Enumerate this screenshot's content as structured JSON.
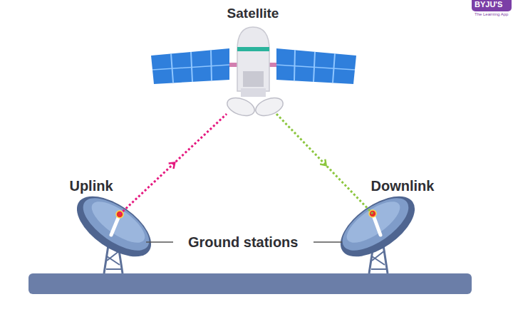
{
  "diagram": {
    "nodes": [
      {
        "text": [
          "Satellite"
        ]
      },
      {
        "text": [
          "Uplink"
        ]
      },
      {
        "text": [
          "Downlink"
        ]
      }
    ],
    "edges": [
      {
        "from": 1,
        "to": 0,
        "arrow": "to"
      },
      {
        "from": 0,
        "to": 2,
        "arrow": "to"
      }
    ],
    "labels": [
      "Ground stations",
      "BYJU'S",
      "The Learning App"
    ]
  }
}
